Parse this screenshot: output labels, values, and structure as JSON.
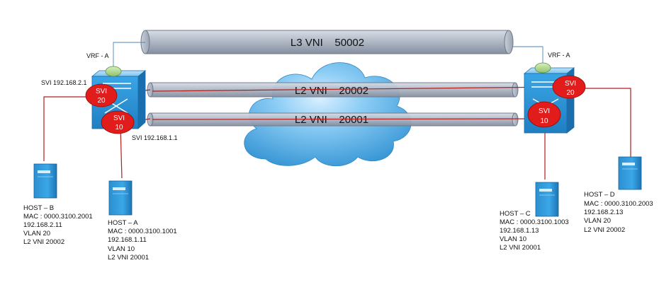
{
  "tunnels": {
    "l3": "L3 VNI    50002",
    "l2_top": "L2 VNI    20002",
    "l2_bottom": "L2 VNI    20001"
  },
  "left_switch": {
    "vrf": "VRF - A",
    "svi_top_ip": "SVI 192.168.2.1",
    "svi_bottom_ip": "SVI 192.168.1.1",
    "svi_top": [
      "SVI",
      "20"
    ],
    "svi_bottom": [
      "SVI",
      "10"
    ]
  },
  "right_switch": {
    "vrf": "VRF - A",
    "svi_top": [
      "SVI",
      "20"
    ],
    "svi_bottom": [
      "SVI",
      "10"
    ]
  },
  "hosts": {
    "b": [
      "HOST – B",
      "MAC : 0000.3100.2001",
      "192.168.2.11",
      "VLAN 20",
      "L2 VNI 20002"
    ],
    "a": [
      "HOST – A",
      "MAC : 0000.3100.1001",
      "192.168.1.11",
      "VLAN 10",
      "L2 VNI 20001"
    ],
    "c": [
      "HOST – C",
      "MAC : 0000.3100.1003",
      "192.168.1.13",
      "VLAN 10",
      "L2 VNI 20001"
    ],
    "d": [
      "HOST – D",
      "MAC : 0000.3100.2003",
      "192.168.2.13",
      "VLAN 20",
      "L2 VNI 20002"
    ]
  },
  "colors": {
    "tube": "#a9b1bf",
    "tube_dark": "#7d8797",
    "cloud": "#5ab3e8",
    "switch": "#2a93d5",
    "svi": "#e21b1b",
    "link": "#b01e1e",
    "vrf_node": "#9ccc7a"
  }
}
